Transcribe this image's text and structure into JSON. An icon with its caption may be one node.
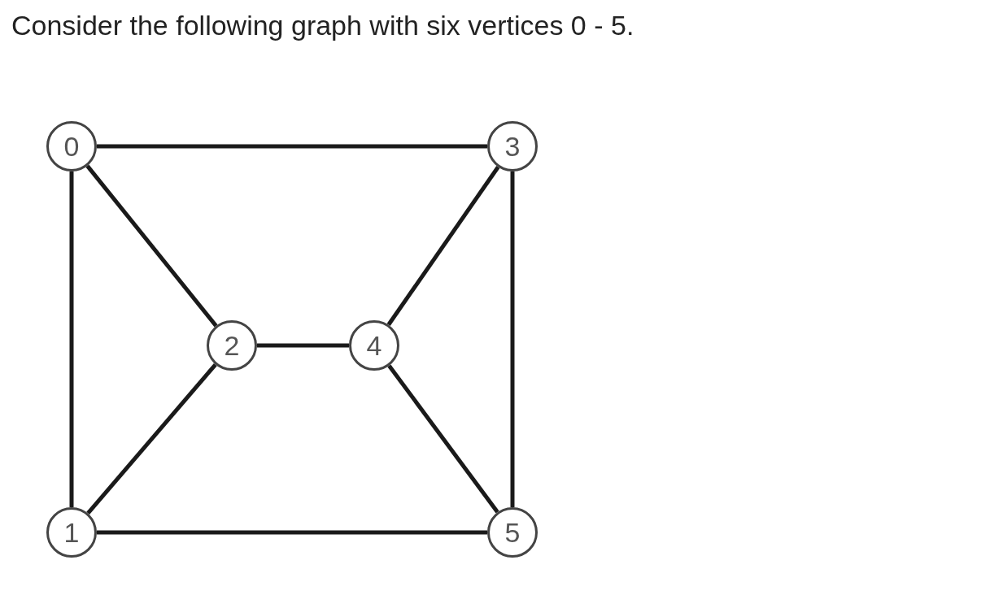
{
  "diagram": {
    "title": "Consider the following graph with six vertices 0 - 5.",
    "nodes": [
      {
        "text": [
          "0"
        ]
      },
      {
        "text": [
          "3"
        ]
      },
      {
        "text": [
          "2"
        ]
      },
      {
        "text": [
          "4"
        ]
      },
      {
        "text": [
          "1"
        ]
      },
      {
        "text": [
          "5"
        ]
      }
    ],
    "edges": [
      {
        "from": 0,
        "to": 1,
        "arrow": "none"
      },
      {
        "from": 0,
        "to": 4,
        "arrow": "none"
      },
      {
        "from": 0,
        "to": 2,
        "arrow": "none"
      },
      {
        "from": 2,
        "to": 3,
        "arrow": "none"
      },
      {
        "from": 2,
        "to": 4,
        "arrow": "none"
      },
      {
        "from": 3,
        "to": 1,
        "arrow": "none"
      },
      {
        "from": 3,
        "to": 5,
        "arrow": "none"
      },
      {
        "from": 1,
        "to": 5,
        "arrow": "none"
      },
      {
        "from": 4,
        "to": 5,
        "arrow": "none"
      }
    ]
  }
}
